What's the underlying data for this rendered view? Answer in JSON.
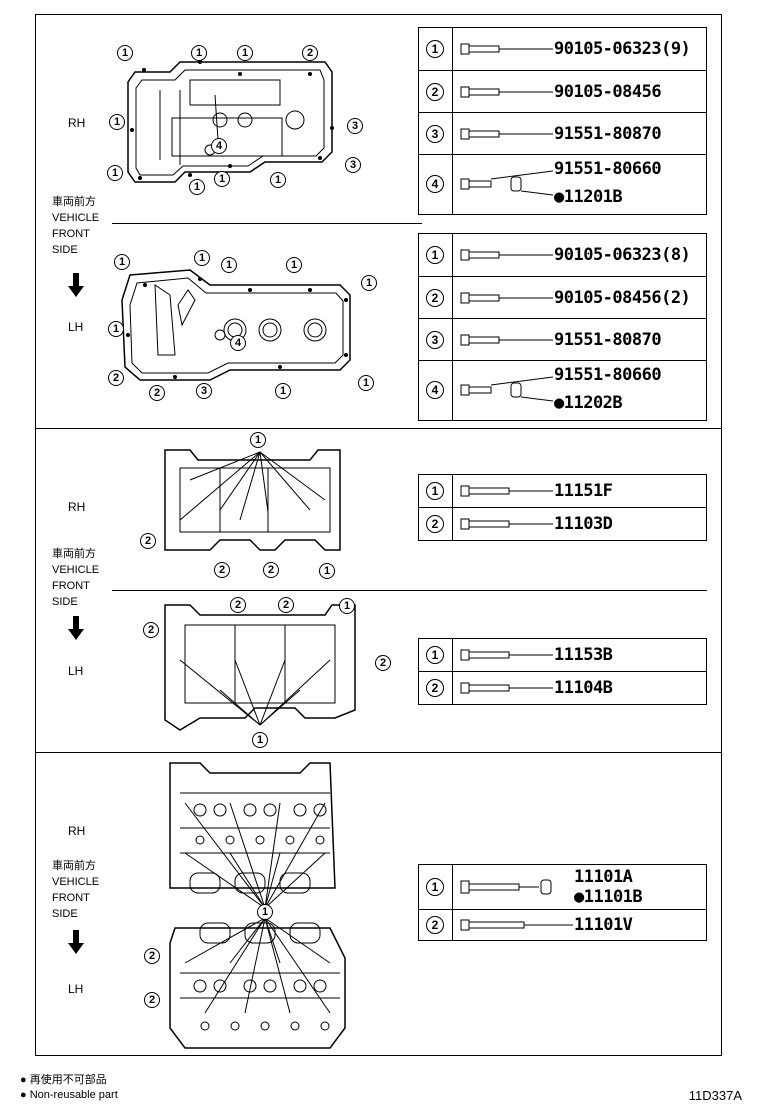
{
  "labels": {
    "rh": "RH",
    "lh": "LH"
  },
  "vehicle_front": {
    "jp": "車両前方",
    "l1": "VEHICLE",
    "l2": "FRONT",
    "l3": "SIDE"
  },
  "s1_rh_callouts": [
    "1",
    "1",
    "1",
    "2",
    "1",
    "3",
    "4",
    "1",
    "1",
    "1",
    "1",
    "3"
  ],
  "s1_lh_callouts": [
    "1",
    "1",
    "1",
    "1",
    "1",
    "1",
    "4",
    "2",
    "2",
    "3",
    "1",
    "1"
  ],
  "s2_rh_callouts": [
    "1",
    "2",
    "2",
    "2",
    "1"
  ],
  "s2_lh_callouts": [
    "2",
    "2",
    "1",
    "2",
    "2",
    "1"
  ],
  "s3_callouts": [
    "1",
    "2",
    "2"
  ],
  "table1": {
    "rows": [
      {
        "num": "1",
        "pn": "90105-06323(9)"
      },
      {
        "num": "2",
        "pn": "90105-08456"
      },
      {
        "num": "3",
        "pn": "91551-80870"
      },
      {
        "num": "4",
        "pn": "91551-80660",
        "pn2": "●11201B"
      }
    ]
  },
  "table2": {
    "rows": [
      {
        "num": "1",
        "pn": "90105-06323(8)"
      },
      {
        "num": "2",
        "pn": "90105-08456(2)"
      },
      {
        "num": "3",
        "pn": "91551-80870"
      },
      {
        "num": "4",
        "pn": "91551-80660",
        "pn2": "●11202B"
      }
    ]
  },
  "table3": {
    "rows": [
      {
        "num": "1",
        "pn": "11151F"
      },
      {
        "num": "2",
        "pn": "11103D"
      }
    ]
  },
  "table4": {
    "rows": [
      {
        "num": "1",
        "pn": "11153B"
      },
      {
        "num": "2",
        "pn": "11104B"
      }
    ]
  },
  "table5": {
    "rows": [
      {
        "num": "1",
        "pn": "11101A",
        "pn2": "●11101B"
      },
      {
        "num": "2",
        "pn": "11101V"
      }
    ]
  },
  "legend": {
    "jp": "● 再使用不可部品",
    "en": "● Non-reusable part"
  },
  "code": "11D337A"
}
